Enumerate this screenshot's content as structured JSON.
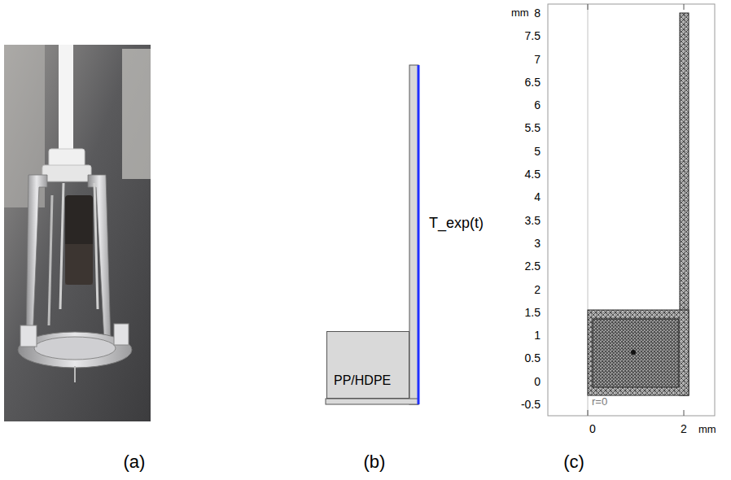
{
  "diagram": {
    "nodes": [
      {
        "text": [
          "PP/HDPE"
        ]
      }
    ],
    "labels": [
      "T_exp(t)",
      "mm",
      "8",
      "7.5",
      "7",
      "6.5",
      "6",
      "5.5",
      "5",
      "4.5",
      "4",
      "3.5",
      "3",
      "2.5",
      "2",
      "1.5",
      "1",
      "0.5",
      "0",
      "-0.5",
      "0",
      "2",
      "r=0",
      "mm",
      "(a)",
      "(b)",
      "(c)"
    ]
  }
}
